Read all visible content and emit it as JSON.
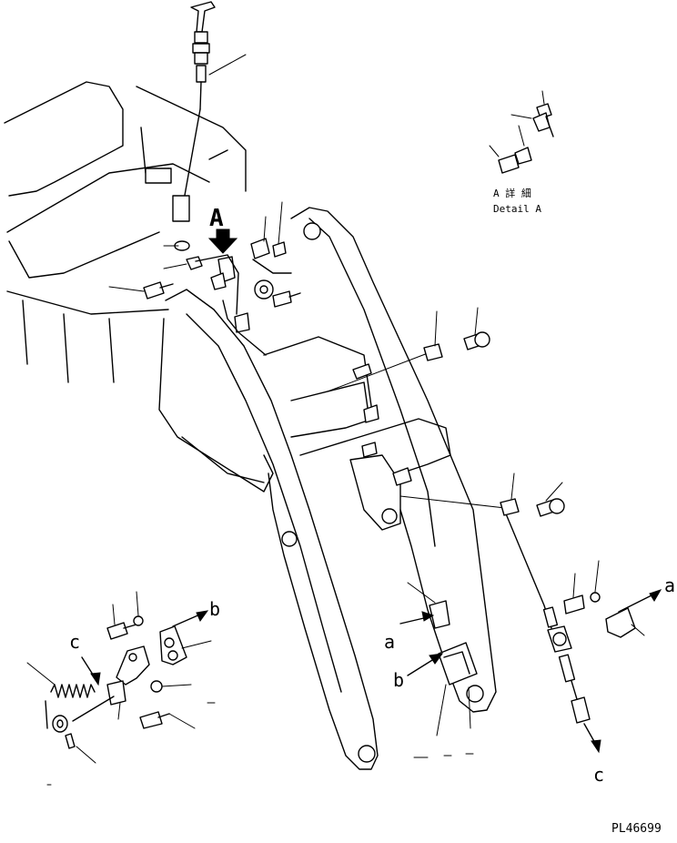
{
  "detail_view": {
    "marker": "A",
    "title_jp": "A 詳 細",
    "title_en": "Detail A"
  },
  "callouts": {
    "a_right": "a",
    "a_center": "a",
    "b_left": "b",
    "b_center": "b",
    "c_left": "c",
    "c_right": "c"
  },
  "drawing_number": "PL46699"
}
